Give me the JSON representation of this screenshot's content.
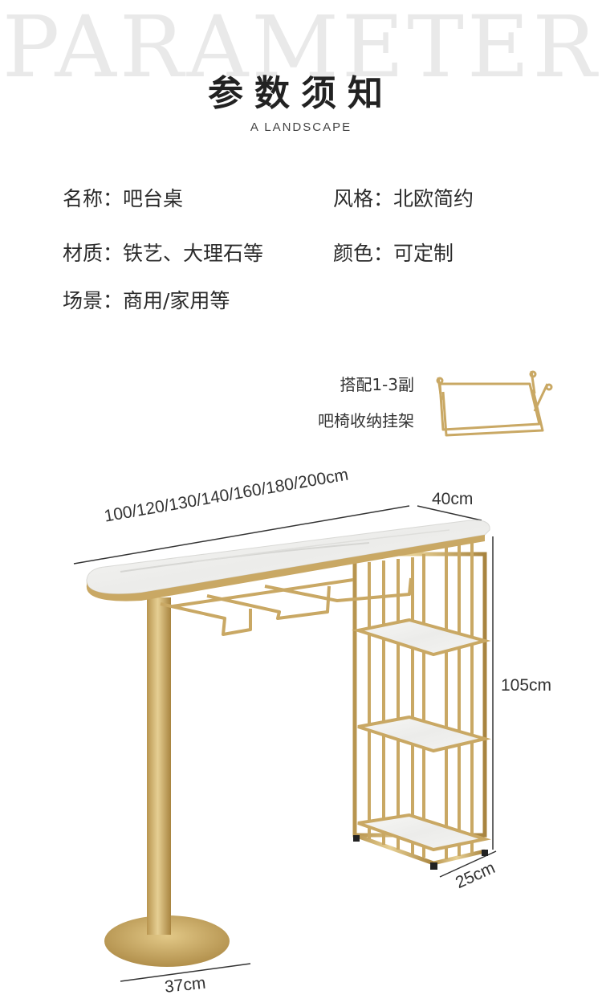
{
  "header": {
    "watermark": "PARAMETER",
    "title": "参数须知",
    "subtitle": "A LANDSCAPE"
  },
  "params": {
    "name": "名称：吧台桌",
    "style": "风格：北欧简约",
    "material": "材质：铁艺、大理石等",
    "color": "颜色：可定制",
    "scene": "场景：商用/家用等"
  },
  "accessory": {
    "line1": "搭配1-3副",
    "line2": "吧椅收纳挂架"
  },
  "dimensions": {
    "length": "100/120/130/140/160/180/200cm",
    "depth": "40cm",
    "height": "105cm",
    "cabinet_depth": "25cm",
    "base_diameter": "37cm"
  },
  "colors": {
    "gold": "#c9a864",
    "gold_dark": "#a88a48",
    "marble": "#f2f2f0"
  }
}
